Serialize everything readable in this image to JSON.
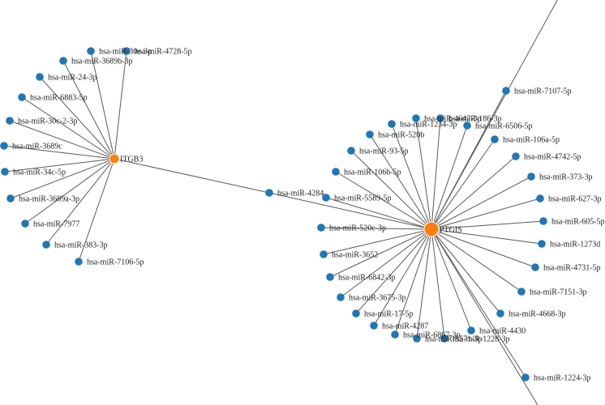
{
  "network": {
    "colors": {
      "gene": "#ff7f0e",
      "mirna": "#1f77b4",
      "edge": "#5a5a5a"
    },
    "gene_nodes": [
      {
        "id": "ITGB3",
        "label": "ITGB3"
      },
      {
        "id": "PTGIS",
        "label": "PTGIS"
      }
    ],
    "mirna_nodes": [
      {
        "id": "hsa-miR-30e-3p",
        "label": "hsa-miR-30e-3p",
        "targets": [
          "ITGB3"
        ]
      },
      {
        "id": "hsa-miR-4728-5p",
        "label": "hsa-miR-4728-5p",
        "targets": [
          "ITGB3"
        ]
      },
      {
        "id": "hsa-miR-3689b-3p",
        "label": "hsa-miR-3689b-3p",
        "targets": [
          "ITGB3"
        ]
      },
      {
        "id": "hsa-miR-24-3p",
        "label": "hsa-miR-24-3p",
        "targets": [
          "ITGB3"
        ]
      },
      {
        "id": "hsa-miR-6883-5p",
        "label": "hsa-miR-6883-5p",
        "targets": [
          "ITGB3"
        ]
      },
      {
        "id": "hsa-miR-30c-2-3p",
        "label": "hsa-miR-30c-2-3p",
        "targets": [
          "ITGB3"
        ]
      },
      {
        "id": "hsa-miR-3689c",
        "label": "hsa-miR-3689c",
        "targets": [
          "ITGB3"
        ]
      },
      {
        "id": "hsa-miR-34c-5p",
        "label": "hsa-miR-34c-5p",
        "targets": [
          "ITGB3"
        ]
      },
      {
        "id": "hsa-miR-3689a-3p",
        "label": "hsa-miR-3689a-3p",
        "targets": [
          "ITGB3"
        ]
      },
      {
        "id": "hsa-miR-7977",
        "label": "hsa-miR-7977",
        "targets": [
          "ITGB3"
        ]
      },
      {
        "id": "hsa-miR-383-3p",
        "label": "hsa-miR-383-3p",
        "targets": [
          "ITGB3"
        ]
      },
      {
        "id": "hsa-miR-7106-5p",
        "label": "hsa-miR-7106-5p",
        "targets": [
          "ITGB3"
        ]
      },
      {
        "id": "hsa-miR-4284",
        "label": "hsa-miR-4284",
        "targets": [
          "ITGB3",
          "PTGIS"
        ]
      },
      {
        "id": "hsa-miR-7107-5p",
        "label": "hsa-miR-7107-5p",
        "targets": [
          "PTGIS"
        ]
      },
      {
        "id": "hsa-miR-4642-3p",
        "label": "hsa-miR-4642-3p",
        "targets": [
          "PTGIS"
        ]
      },
      {
        "id": "hsa-miR-186-3p",
        "label": "hsa-miR-186-3p",
        "targets": [
          "PTGIS"
        ]
      },
      {
        "id": "hsa-miR-1234-3p",
        "label": "hsa-miR-1234-3p",
        "targets": [
          "PTGIS"
        ]
      },
      {
        "id": "hsa-miR-6506-5p",
        "label": "hsa-miR-6506-5p",
        "targets": [
          "PTGIS"
        ]
      },
      {
        "id": "hsa-miR-520b",
        "label": "hsa-miR-520b",
        "targets": [
          "PTGIS"
        ]
      },
      {
        "id": "hsa-miR-106a-5p",
        "label": "hsa-miR-106a-5p",
        "targets": [
          "PTGIS"
        ]
      },
      {
        "id": "hsa-miR-93-5p",
        "label": "hsa-miR-93-5p",
        "targets": [
          "PTGIS"
        ]
      },
      {
        "id": "hsa-miR-4742-5p",
        "label": "hsa-miR-4742-5p",
        "targets": [
          "PTGIS"
        ]
      },
      {
        "id": "hsa-miR-106b-5p",
        "label": "hsa-miR-106b-5p",
        "targets": [
          "PTGIS"
        ]
      },
      {
        "id": "hsa-miR-373-3p",
        "label": "hsa-miR-373-3p",
        "targets": [
          "PTGIS"
        ]
      },
      {
        "id": "hsa-miR-5589-5p",
        "label": "hsa-miR-5589-5p",
        "targets": [
          "PTGIS"
        ]
      },
      {
        "id": "hsa-miR-627-3p",
        "label": "hsa-miR-627-3p",
        "targets": [
          "PTGIS"
        ]
      },
      {
        "id": "hsa-miR-605-5p",
        "label": "hsa-miR-605-5p",
        "targets": [
          "PTGIS"
        ]
      },
      {
        "id": "hsa-miR-520c-3p",
        "label": "hsa-miR-520c-3p",
        "targets": [
          "PTGIS"
        ]
      },
      {
        "id": "hsa-miR-1273d",
        "label": "hsa-miR-1273d",
        "targets": [
          "PTGIS"
        ]
      },
      {
        "id": "hsa-miR-3652",
        "label": "hsa-miR-3652",
        "targets": [
          "PTGIS"
        ]
      },
      {
        "id": "hsa-miR-4731-5p",
        "label": "hsa-miR-4731-5p",
        "targets": [
          "PTGIS"
        ]
      },
      {
        "id": "hsa-miR-6842-3p",
        "label": "hsa-miR-6842-3p",
        "targets": [
          "PTGIS"
        ]
      },
      {
        "id": "hsa-miR-7151-3p",
        "label": "hsa-miR-7151-3p",
        "targets": [
          "PTGIS"
        ]
      },
      {
        "id": "hsa-miR-3675-3p",
        "label": "hsa-miR-3675-3p",
        "targets": [
          "PTGIS"
        ]
      },
      {
        "id": "hsa-miR-4668-3p",
        "label": "hsa-miR-4668-3p",
        "targets": [
          "PTGIS"
        ]
      },
      {
        "id": "hsa-miR-17-5p",
        "label": "hsa-miR-17-5p",
        "targets": [
          "PTGIS"
        ]
      },
      {
        "id": "hsa-miR-4287",
        "label": "hsa-miR-4287",
        "targets": [
          "PTGIS"
        ]
      },
      {
        "id": "hsa-miR-4430",
        "label": "hsa-miR-4430",
        "targets": [
          "PTGIS"
        ]
      },
      {
        "id": "hsa-miR-6867-3p",
        "label": "hsa-miR-6867-3p",
        "targets": [
          "PTGIS"
        ]
      },
      {
        "id": "hsa-miR-5571-3p",
        "label": "hsa-miR-5571-3p",
        "targets": [
          "PTGIS"
        ]
      },
      {
        "id": "hsa-miR-1228-3p",
        "label": "hsa-miR-1228-3p",
        "targets": [
          "PTGIS"
        ]
      },
      {
        "id": "hsa-miR-1224-3p",
        "label": "hsa-miR-1224-3p",
        "targets": [
          "PTGIS"
        ]
      }
    ]
  }
}
